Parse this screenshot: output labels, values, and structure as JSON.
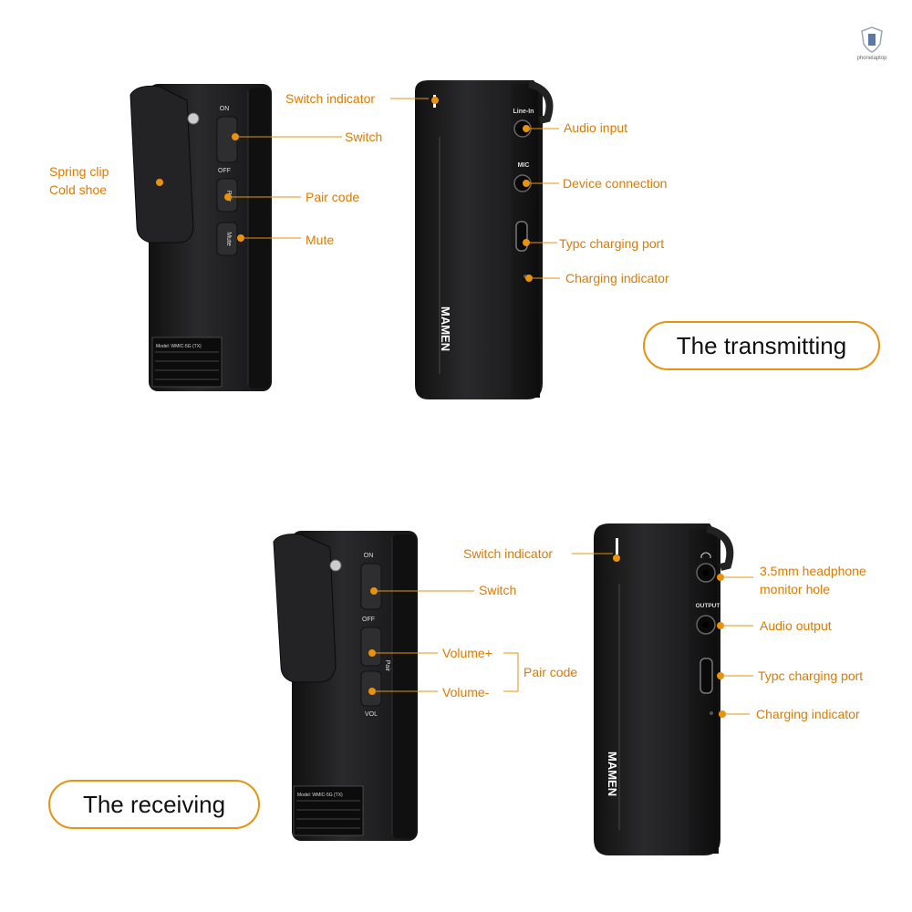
{
  "brand": {
    "watermark": "phonelaptop"
  },
  "transmitter": {
    "caption": "The transmitting",
    "callouts": {
      "switch_indicator": "Switch indicator",
      "switch": "Switch",
      "spring_clip": "Spring clip",
      "cold_shoe": "Cold shoe",
      "pair_code": "Pair code",
      "mute": "Mute",
      "audio_input": "Audio input",
      "device_connection": "Device connection",
      "typec_port": "Typc charging port",
      "charging_indicator": "Charging indicator"
    },
    "device_text": {
      "on": "ON",
      "off": "OFF",
      "pair": "Pair",
      "mute": "Mute",
      "line_in": "Line-In",
      "mic": "MIC",
      "brand": "MAMEN",
      "model": "Model: WMIC-5G (TX)"
    }
  },
  "receiver": {
    "caption": "The receiving",
    "callouts": {
      "switch_indicator": "Switch indicator",
      "switch": "Switch",
      "volume_plus": "Volume+",
      "volume_minus": "Volume-",
      "pair_code": "Pair code",
      "headphone_line1": "3.5mm headphone",
      "headphone_line2": "monitor hole",
      "audio_output": "Audio output",
      "typec_port": "Typc charging port",
      "charging_indicator": "Charging indicator"
    },
    "device_text": {
      "on": "ON",
      "off": "OFF",
      "pair": "Pair",
      "vol": "VOL",
      "output": "OUTPUT",
      "brand": "MAMEN",
      "model": "Model: WMIC-5G (TX)"
    }
  },
  "colors": {
    "accent": "#e8920f",
    "callout_text": "#e07a00",
    "device": "#1b1b1d"
  }
}
